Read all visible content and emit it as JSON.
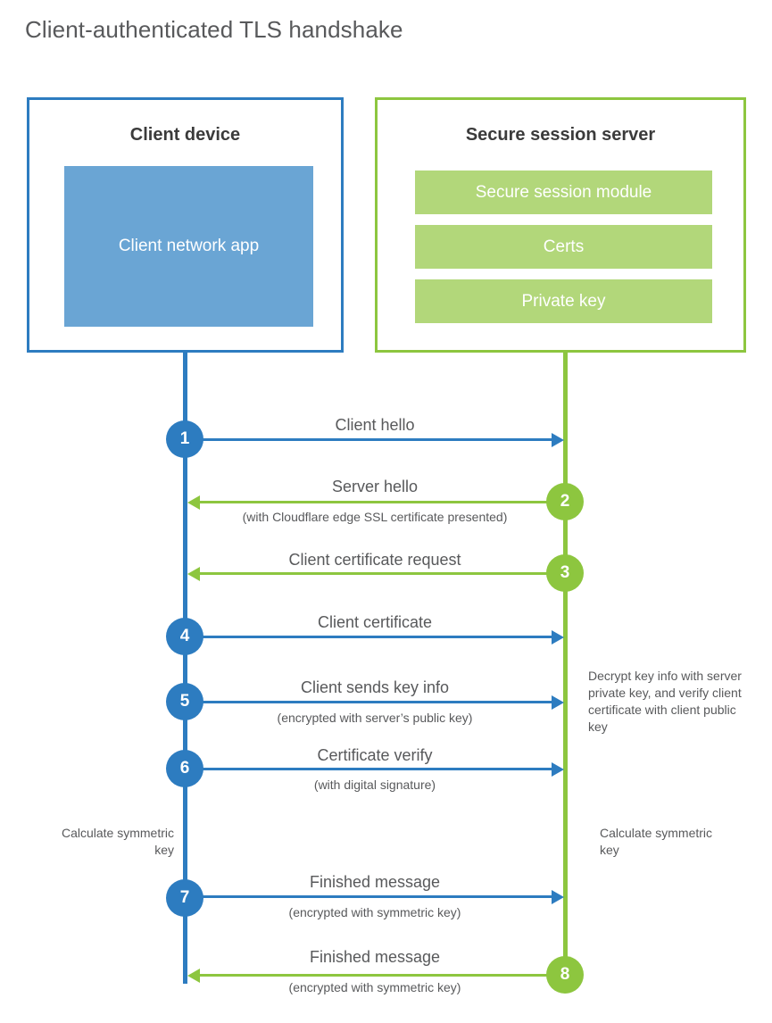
{
  "title": "Client-authenticated TLS handshake",
  "colors": {
    "client_blue": "#2d7cc0",
    "client_block_blue": "#6aa5d4",
    "server_green": "#8dc63f",
    "server_block_green": "#b2d77a",
    "text_gray": "#58595b"
  },
  "parties": {
    "client": {
      "title": "Client device",
      "blocks": [
        {
          "label": "Client network app"
        }
      ]
    },
    "server": {
      "title": "Secure session server",
      "blocks": [
        {
          "label": "Secure session module"
        },
        {
          "label": "Certs"
        },
        {
          "label": "Private key"
        }
      ]
    }
  },
  "steps": [
    {
      "number": "1",
      "side": "client",
      "direction": "right",
      "color": "blue",
      "primary": "Client hello",
      "secondary": ""
    },
    {
      "number": "2",
      "side": "server",
      "direction": "left",
      "color": "green",
      "primary": "Server hello",
      "secondary": "(with Cloudflare edge SSL certificate presented)"
    },
    {
      "number": "3",
      "side": "server",
      "direction": "left",
      "color": "green",
      "primary": "Client certificate request",
      "secondary": ""
    },
    {
      "number": "4",
      "side": "client",
      "direction": "right",
      "color": "blue",
      "primary": "Client certificate",
      "secondary": ""
    },
    {
      "number": "5",
      "side": "client",
      "direction": "right",
      "color": "blue",
      "primary": "Client sends key info",
      "secondary": "(encrypted with server’s public key)"
    },
    {
      "number": "6",
      "side": "client",
      "direction": "right",
      "color": "blue",
      "primary": "Certificate verify",
      "secondary": "(with digital signature)"
    },
    {
      "number": "7",
      "side": "client",
      "direction": "right",
      "color": "blue",
      "primary": "Finished message",
      "secondary": "(encrypted with symmetric key)"
    },
    {
      "number": "8",
      "side": "server",
      "direction": "left",
      "color": "green",
      "primary": "Finished message",
      "secondary": "(encrypted with symmetric key)"
    }
  ],
  "annotations": {
    "server_decrypt_note": "Decrypt key info with server private key, and verify client certificate with client public key",
    "client_calculate_note": "Calculate symmetric key",
    "server_calculate_note": "Calculate symmetric key"
  }
}
